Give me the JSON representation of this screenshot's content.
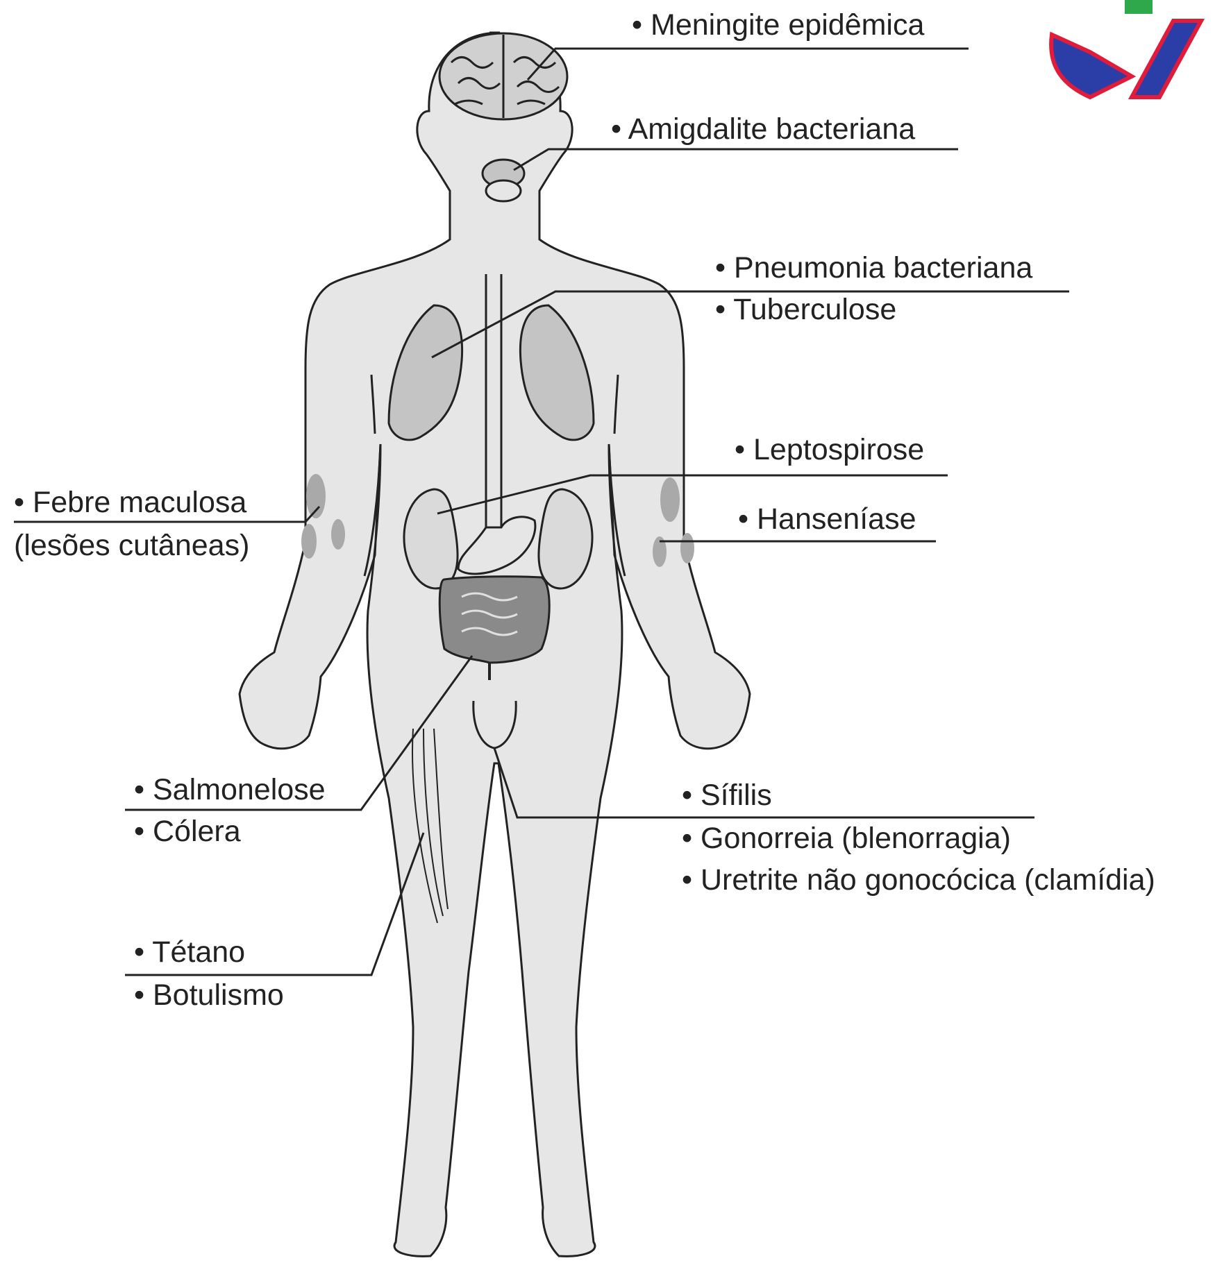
{
  "colors": {
    "body_fill": "#e6e6e6",
    "organ_fill": "#c4c4c4",
    "intestine_fill": "#8a8a8a",
    "spot_fill": "#a9a9a9",
    "outline": "#222222",
    "logo_blue": "#2b3ea8",
    "logo_red": "#e21b3a",
    "logo_green": "#2ea84a"
  },
  "icons": [
    "human-body-outline-icon",
    "brain-icon",
    "tonsils-icon",
    "lungs-icon",
    "kidneys-icon",
    "stomach-icon",
    "intestine-icon",
    "genitals-icon",
    "leg-muscle-icon",
    "skin-lesion-icon",
    "logo-icon"
  ],
  "labels": {
    "meningite": "• Meningite epidêmica",
    "amigdalite": "• Amigdalite bacteriana",
    "pneumonia": "• Pneumonia bacteriana",
    "tuberculose": "• Tuberculose",
    "leptospirose": "• Leptospirose",
    "hanseniase": "• Hanseníase",
    "febre": "• Febre maculosa",
    "febre_sub": "(lesões cutâneas)",
    "salmonelose": "• Salmonelose",
    "colera": "• Cólera",
    "sifilis": "• Sífilis",
    "gonorreia": "• Gonorreia (blenorragia)",
    "uretrite": "• Uretrite não gonocócica (clamídia)",
    "tetano": "• Tétano",
    "botulismo": "• Botulismo"
  }
}
